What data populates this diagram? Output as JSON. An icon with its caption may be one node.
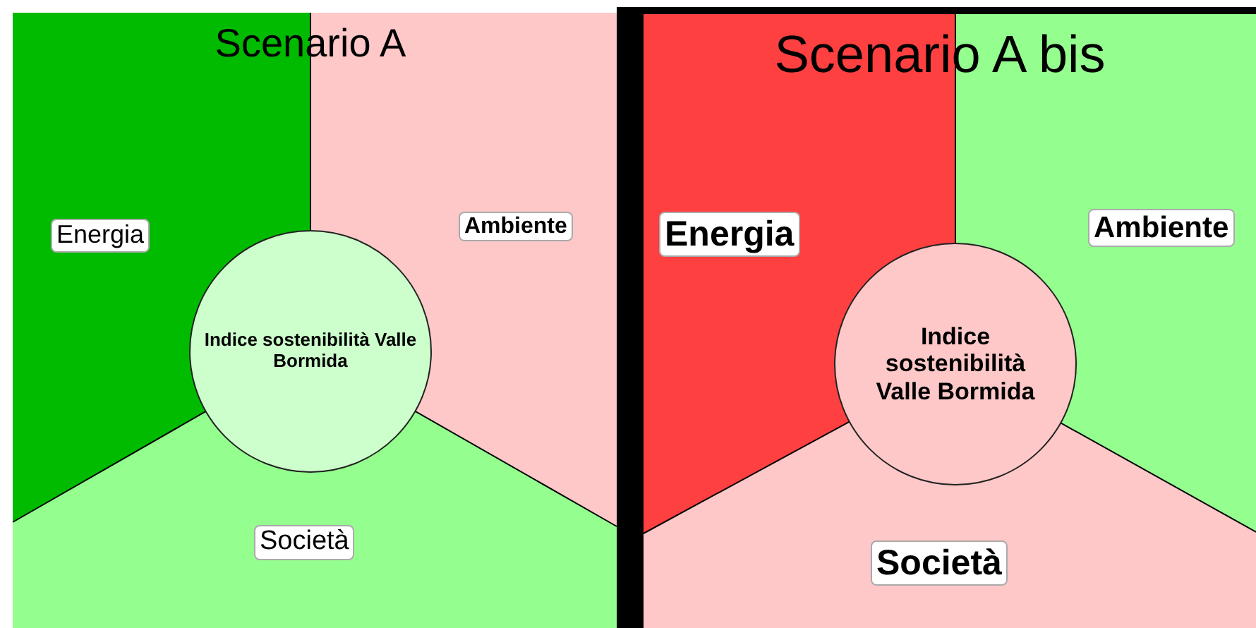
{
  "diagram": {
    "nodes": [
      {
        "text": [
          "Energia"
        ]
      },
      {
        "text": [
          "Ambiente"
        ]
      },
      {
        "text": [
          "Società"
        ]
      },
      {
        "text": [
          "Indice sostenibilità Valle Bormida"
        ]
      },
      {
        "text": [
          "Energia"
        ]
      },
      {
        "text": [
          "Ambiente"
        ]
      },
      {
        "text": [
          "Società"
        ]
      },
      {
        "text": [
          "Indice sostenibilità Valle Bormida"
        ]
      }
    ],
    "labels": [
      "Scenario A",
      "Scenario A bis"
    ]
  }
}
